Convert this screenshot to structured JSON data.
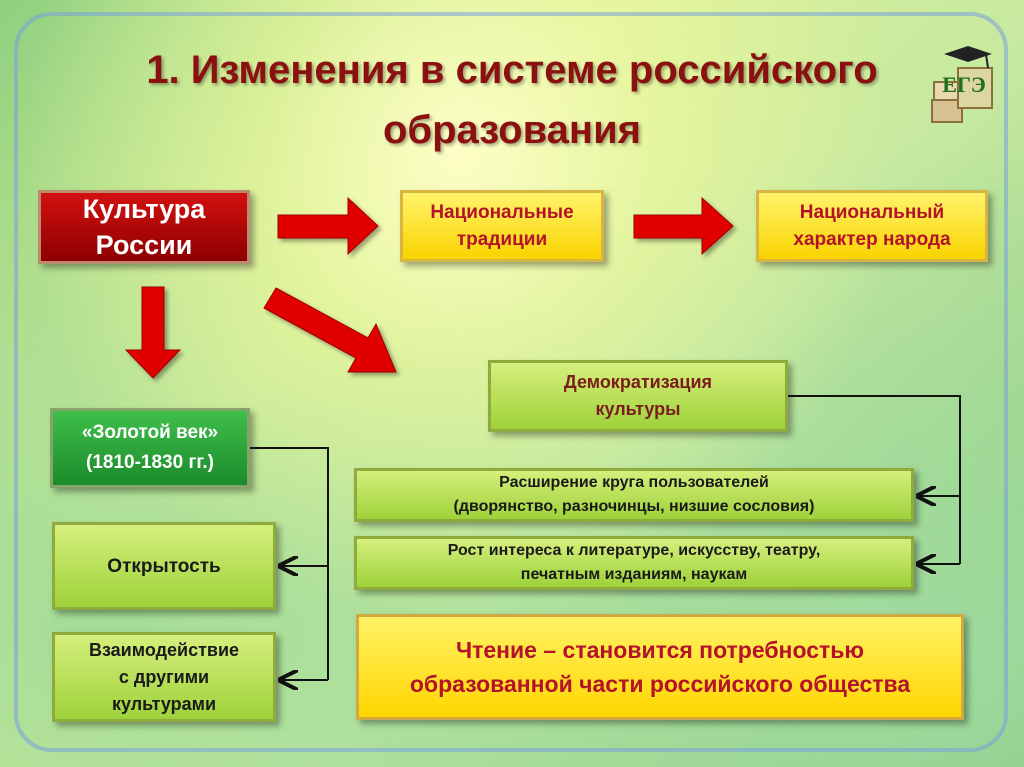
{
  "title_line1": "1. Изменения в системе российского",
  "title_line2": "образования",
  "logo_text": "ЕГЭ",
  "nodes": {
    "culture": [
      "Культура",
      "России"
    ],
    "traditions": [
      "Национальные",
      "традиции"
    ],
    "character": [
      "Национальный",
      "характер народа"
    ],
    "golden_age": [
      "«Золотой век»",
      "(1810-1830 гг.)"
    ],
    "openness": "Открытость",
    "interaction": [
      "Взаимодействие",
      "с другими",
      "культурами"
    ],
    "democratization": [
      "Демократизация",
      "культуры"
    ],
    "users": [
      "Расширение круга пользователей",
      "(дворянство, разночинцы, низшие сословия)"
    ],
    "interest": [
      "Рост интереса к  литературе, искусству, театру,",
      "печатным изданиям, наукам"
    ],
    "reading": [
      "Чтение – становится потребностью",
      "образованной части российского общества"
    ]
  }
}
